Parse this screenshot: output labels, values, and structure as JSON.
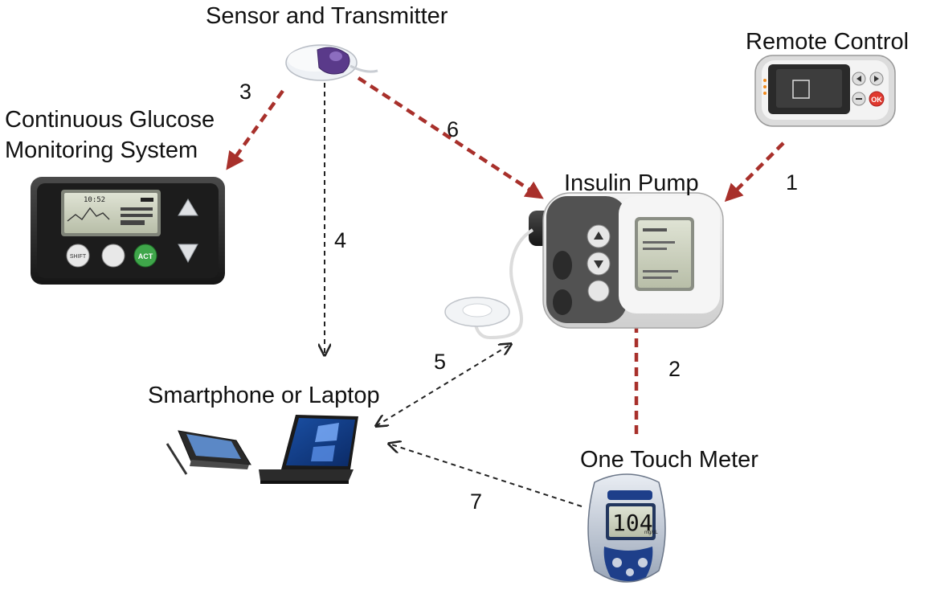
{
  "labels": {
    "sensor": "Sensor and Transmitter",
    "remote": "Remote Control",
    "cgm_line1": "Continuous Glucose",
    "cgm_line2": "Monitoring System",
    "pump": "Insulin Pump",
    "smartphone": "Smartphone or Laptop",
    "meter": "One Touch Meter"
  },
  "arrows": {
    "a1": "1",
    "a2": "2",
    "a3": "3",
    "a4": "4",
    "a5": "5",
    "a6": "6",
    "a7": "7"
  },
  "devices": {
    "meter_reading": "104",
    "meter_unit": "mg/dL",
    "cgm_time": "10:52",
    "cgm_button_shift": "SHIFT",
    "cgm_button_act": "ACT",
    "remote_ok": "OK"
  },
  "colors": {
    "red_arrow": "#a8302b",
    "black_arrow": "#222222"
  }
}
